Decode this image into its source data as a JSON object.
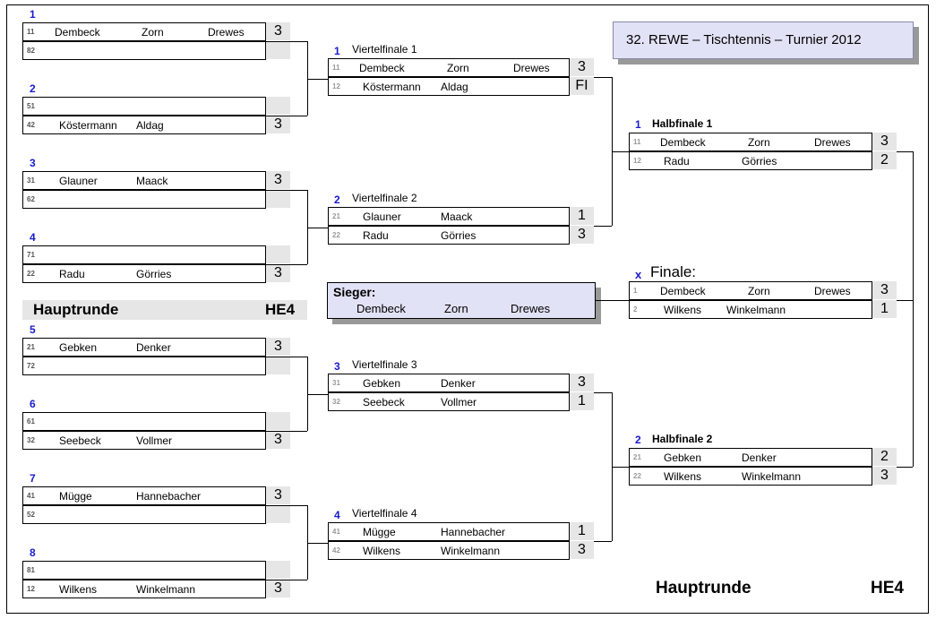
{
  "title": "32.  REWE – Tischtennis – Turnier  2012",
  "round_label": "Hauptrunde",
  "class_label": "HE4",
  "round1": [
    {
      "num": "1",
      "top": {
        "seed": "11",
        "p1": "Dembeck",
        "p2": "Zorn",
        "p3": "Drewes",
        "score": "3"
      },
      "bot": {
        "seed": "82",
        "p1": "",
        "p2": "",
        "p3": "",
        "score": ""
      }
    },
    {
      "num": "2",
      "top": {
        "seed": "51",
        "p1": "",
        "p2": "",
        "p3": "",
        "score": ""
      },
      "bot": {
        "seed": "42",
        "p1": "Köstermann",
        "p2": "Aldag",
        "p3": "",
        "score": "3"
      }
    },
    {
      "num": "3",
      "top": {
        "seed": "31",
        "p1": "Glauner",
        "p2": "Maack",
        "p3": "",
        "score": "3"
      },
      "bot": {
        "seed": "62",
        "p1": "",
        "p2": "",
        "p3": "",
        "score": ""
      }
    },
    {
      "num": "4",
      "top": {
        "seed": "71",
        "p1": "",
        "p2": "",
        "p3": "",
        "score": ""
      },
      "bot": {
        "seed": "22",
        "p1": "Radu",
        "p2": "Görries",
        "p3": "",
        "score": "3"
      }
    },
    {
      "num": "5",
      "top": {
        "seed": "21",
        "p1": "Gebken",
        "p2": "Denker",
        "p3": "",
        "score": "3"
      },
      "bot": {
        "seed": "72",
        "p1": "",
        "p2": "",
        "p3": "",
        "score": ""
      }
    },
    {
      "num": "6",
      "top": {
        "seed": "61",
        "p1": "",
        "p2": "",
        "p3": "",
        "score": ""
      },
      "bot": {
        "seed": "32",
        "p1": "Seebeck",
        "p2": "Vollmer",
        "p3": "",
        "score": "3"
      }
    },
    {
      "num": "7",
      "top": {
        "seed": "41",
        "p1": "Mügge",
        "p2": "Hannebacher",
        "p3": "",
        "score": "3"
      },
      "bot": {
        "seed": "52",
        "p1": "",
        "p2": "",
        "p3": "",
        "score": ""
      }
    },
    {
      "num": "8",
      "top": {
        "seed": "81",
        "p1": "",
        "p2": "",
        "p3": "",
        "score": ""
      },
      "bot": {
        "seed": "12",
        "p1": "Wilkens",
        "p2": "Winkelmann",
        "p3": "",
        "score": "3"
      }
    }
  ],
  "quarterfinals": [
    {
      "num": "1",
      "label": "Viertelfinale  1",
      "top": {
        "seed": "11",
        "p1": "Dembeck",
        "p2": "Zorn",
        "p3": "Drewes",
        "score": "3"
      },
      "bot": {
        "seed": "12",
        "p1": "Köstermann",
        "p2": "Aldag",
        "p3": "",
        "score": "FI"
      }
    },
    {
      "num": "2",
      "label": "Viertelfinale  2",
      "top": {
        "seed": "21",
        "p1": "Glauner",
        "p2": "Maack",
        "p3": "",
        "score": "1"
      },
      "bot": {
        "seed": "22",
        "p1": "Radu",
        "p2": "Görries",
        "p3": "",
        "score": "3"
      }
    },
    {
      "num": "3",
      "label": "Viertelfinale  3",
      "top": {
        "seed": "31",
        "p1": "Gebken",
        "p2": "Denker",
        "p3": "",
        "score": "3"
      },
      "bot": {
        "seed": "32",
        "p1": "Seebeck",
        "p2": "Vollmer",
        "p3": "",
        "score": "1"
      }
    },
    {
      "num": "4",
      "label": "Viertelfinale  4",
      "top": {
        "seed": "41",
        "p1": "Mügge",
        "p2": "Hannebacher",
        "p3": "",
        "score": "1"
      },
      "bot": {
        "seed": "42",
        "p1": "Wilkens",
        "p2": "Winkelmann",
        "p3": "",
        "score": "3"
      }
    }
  ],
  "semifinals": [
    {
      "num": "1",
      "label": "Halbfinale 1",
      "top": {
        "seed": "11",
        "p1": "Dembeck",
        "p2": "Zorn",
        "p3": "Drewes",
        "score": "3"
      },
      "bot": {
        "seed": "12",
        "p1": "Radu",
        "p2": "Görries",
        "p3": "",
        "score": "2"
      }
    },
    {
      "num": "2",
      "label": "Halbfinale 2",
      "top": {
        "seed": "21",
        "p1": "Gebken",
        "p2": "Denker",
        "p3": "",
        "score": "2"
      },
      "bot": {
        "seed": "22",
        "p1": "Wilkens",
        "p2": "Winkelmann",
        "p3": "",
        "score": "3"
      }
    }
  ],
  "final": {
    "num": "x",
    "label": "Finale:",
    "top": {
      "seed": "1",
      "p1": "Dembeck",
      "p2": "Zorn",
      "p3": "Drewes",
      "score": "3"
    },
    "bot": {
      "seed": "2",
      "p1": "Wilkens",
      "p2": "Winkelmann",
      "p3": "",
      "score": "1"
    }
  },
  "winner": {
    "label": "Sieger:",
    "p1": "Dembeck",
    "p2": "Zorn",
    "p3": "Drewes"
  },
  "colors": {
    "seed_number": "#1a1acc",
    "banner_bg": "#e2e2f6",
    "score_bg": "#e6e6e6"
  }
}
